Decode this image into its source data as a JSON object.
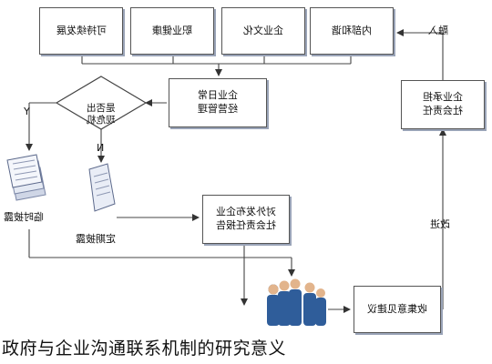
{
  "nodes": {
    "sustainable": "可持续发展",
    "employee_health": "职业健康",
    "corp_culture": "企业文化",
    "internal_harmony": "内部和谐",
    "daily_ops": "企业日常\n经营管理",
    "crisis_decision": "是否出\n现危机",
    "social_resp_inner": "企业承担\n社会责任",
    "temp_disclosure": "临时披露",
    "periodic_disclosure": "定期披露",
    "external_report": "对外发布企业\n社会责任报告",
    "collect_feedback": "收集意见建议"
  },
  "edge_labels": {
    "yes": "Y",
    "no": "N",
    "import": "融入",
    "improve": "改进"
  },
  "caption": "政府与企业沟通联系机制的研究意义"
}
